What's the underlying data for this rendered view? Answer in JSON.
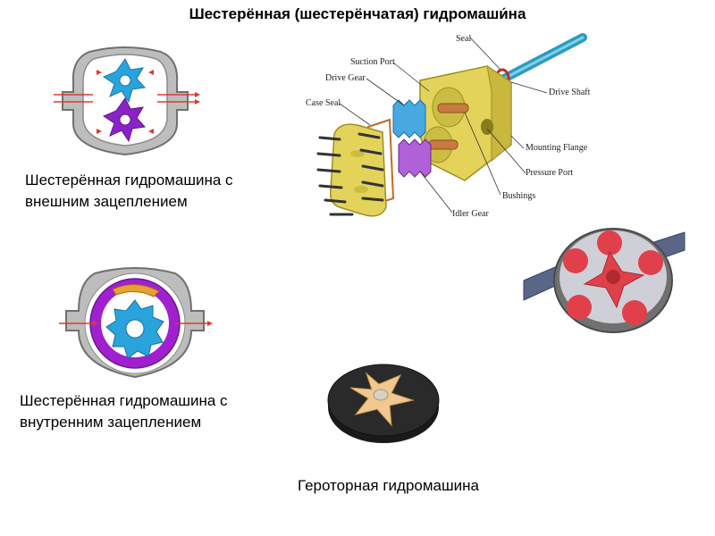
{
  "title": "Шестерённая (шестерёнчатая) гидромаши́на",
  "external": {
    "caption_line1": "Шестерённая гидромашина с",
    "caption_line2": "внешним зацеплением"
  },
  "internal": {
    "caption_line1": "Шестерённая гидромашина с",
    "caption_line2": "внутренним зацеплением"
  },
  "gerotor": {
    "caption": "Героторная гидромашина"
  },
  "exploded_labels": {
    "seal": "Seal",
    "suction_port": "Suction Port",
    "drive_gear": "Drive Gear",
    "case_seal": "Case Seal",
    "drive_shaft": "Drive Shaft",
    "mounting_flange": "Mounting Flange",
    "pressure_port": "Pressure Port",
    "bushings": "Bushings",
    "idler_gear": "Idler Gear"
  },
  "colors": {
    "drive_gear": "#29a3dc",
    "idler_gear": "#8b22c8",
    "body": "#e3d35a",
    "housing": "#9a9a9a",
    "arrow": "#e03a2a",
    "rotor_red": "#e0404a"
  }
}
